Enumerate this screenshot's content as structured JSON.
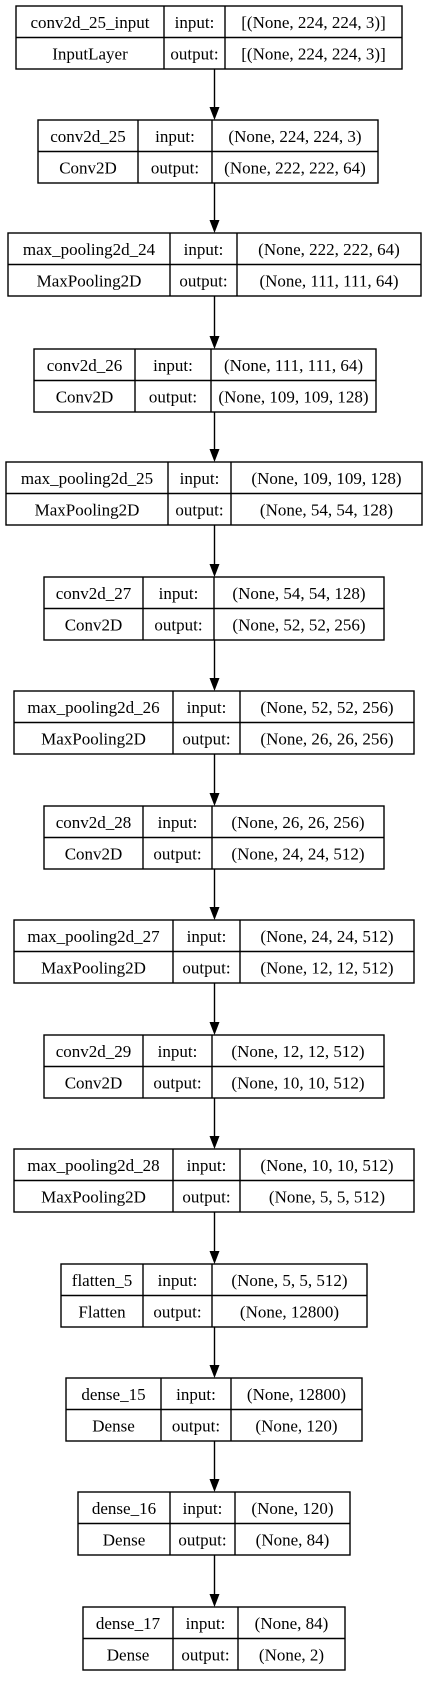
{
  "diagram": {
    "title": "",
    "layers": [
      {
        "name": "conv2d_25_input",
        "type": "InputLayer",
        "input_label": "input:",
        "output_label": "output:",
        "input": "[(None, 224, 224, 3)]",
        "output": "[(None, 224, 224, 3)]"
      },
      {
        "name": "conv2d_25",
        "type": "Conv2D",
        "input_label": "input:",
        "output_label": "output:",
        "input": "(None, 224, 224, 3)",
        "output": "(None, 222, 222, 64)"
      },
      {
        "name": "max_pooling2d_24",
        "type": "MaxPooling2D",
        "input_label": "input:",
        "output_label": "output:",
        "input": "(None, 222, 222, 64)",
        "output": "(None, 111, 111, 64)"
      },
      {
        "name": "conv2d_26",
        "type": "Conv2D",
        "input_label": "input:",
        "output_label": "output:",
        "input": "(None, 111, 111, 64)",
        "output": "(None, 109, 109, 128)"
      },
      {
        "name": "max_pooling2d_25",
        "type": "MaxPooling2D",
        "input_label": "input:",
        "output_label": "output:",
        "input": "(None, 109, 109, 128)",
        "output": "(None, 54, 54, 128)"
      },
      {
        "name": "conv2d_27",
        "type": "Conv2D",
        "input_label": "input:",
        "output_label": "output:",
        "input": "(None, 54, 54, 128)",
        "output": "(None, 52, 52, 256)"
      },
      {
        "name": "max_pooling2d_26",
        "type": "MaxPooling2D",
        "input_label": "input:",
        "output_label": "output:",
        "input": "(None, 52, 52, 256)",
        "output": "(None, 26, 26, 256)"
      },
      {
        "name": "conv2d_28",
        "type": "Conv2D",
        "input_label": "input:",
        "output_label": "output:",
        "input": "(None, 26, 26, 256)",
        "output": "(None, 24, 24, 512)"
      },
      {
        "name": "max_pooling2d_27",
        "type": "MaxPooling2D",
        "input_label": "input:",
        "output_label": "output:",
        "input": "(None, 24, 24, 512)",
        "output": "(None, 12, 12, 512)"
      },
      {
        "name": "conv2d_29",
        "type": "Conv2D",
        "input_label": "input:",
        "output_label": "output:",
        "input": "(None, 12, 12, 512)",
        "output": "(None, 10, 10, 512)"
      },
      {
        "name": "max_pooling2d_28",
        "type": "MaxPooling2D",
        "input_label": "input:",
        "output_label": "output:",
        "input": "(None, 10, 10, 512)",
        "output": "(None, 5, 5, 512)"
      },
      {
        "name": "flatten_5",
        "type": "Flatten",
        "input_label": "input:",
        "output_label": "output:",
        "input": "(None, 5, 5, 512)",
        "output": "(None, 12800)"
      },
      {
        "name": "dense_15",
        "type": "Dense",
        "input_label": "input:",
        "output_label": "output:",
        "input": "(None, 12800)",
        "output": "(None, 120)"
      },
      {
        "name": "dense_16",
        "type": "Dense",
        "input_label": "input:",
        "output_label": "output:",
        "input": "(None, 120)",
        "output": "(None, 84)"
      },
      {
        "name": "dense_17",
        "type": "Dense",
        "input_label": "input:",
        "output_label": "output:",
        "input": "(None, 84)",
        "output": "(None, 2)"
      }
    ],
    "colors": {
      "line": "#000000",
      "background": "#ffffff"
    }
  }
}
